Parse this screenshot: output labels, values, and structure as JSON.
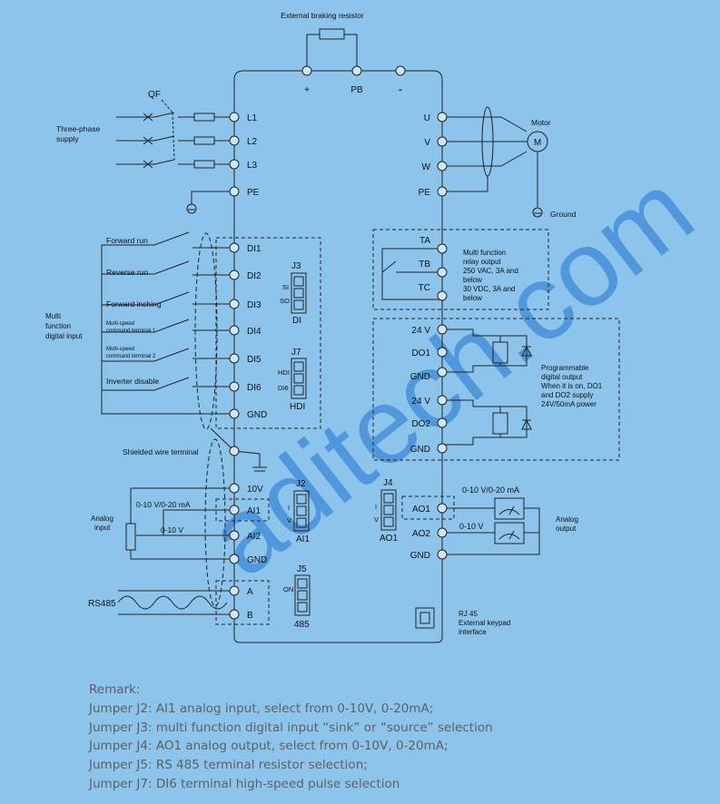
{
  "labels": {
    "braking_resistor": "External braking resistor",
    "dc_plus": "+",
    "dc_pb": "PB",
    "dc_minus": "-",
    "qf": "QF",
    "three_phase": [
      "Three-phase",
      "supply"
    ],
    "motor": "Motor",
    "ground": "Ground",
    "shielded": "Shielded wire terminal",
    "multi_func": [
      "Multi",
      "function",
      "digital input"
    ],
    "analog_input": [
      "Analog",
      "input"
    ],
    "analog_output": [
      "Analog",
      "output"
    ],
    "rs485": "RS485",
    "relay_text": [
      "Multi  function",
      "relay output",
      "250 VAC,  3A  and",
      "below",
      "30  VDC,  3A   and",
      "below"
    ],
    "prog_text": [
      "Programmable",
      "digital output",
      "When it is on, DO1",
      "and   DO2   supply",
      "24V/50mA power"
    ],
    "rj45": [
      "RJ 45",
      "External keypad",
      "interface"
    ],
    "range_ai1": "0-10 V/0-20 mA",
    "range_ai2": "0-10 V",
    "range_ao1": "0-10 V/0-20 mA",
    "range_ao2": "0-10 V"
  },
  "power_in": [
    "L1",
    "L2",
    "L3",
    "PE"
  ],
  "motor_out": [
    "U",
    "V",
    "W",
    "PE"
  ],
  "digital_inputs": [
    {
      "terminal": "DI1",
      "switch": "Forward run"
    },
    {
      "terminal": "DI2",
      "switch": "Reverse run"
    },
    {
      "terminal": "DI3",
      "switch": "Forward inching"
    },
    {
      "terminal": "DI4",
      "switch": "Multi-speed command terminal 1"
    },
    {
      "terminal": "DI5",
      "switch": "Multi-speed command terminal 2"
    },
    {
      "terminal": "DI6",
      "switch": "Inverter disable"
    },
    {
      "terminal": "GND",
      "switch": ""
    }
  ],
  "analog_terminals": [
    "10V",
    "AI1",
    "AI2",
    "GND"
  ],
  "comm_terminals": [
    "A",
    "B"
  ],
  "relay_terminals": [
    "TA",
    "TB",
    "TC"
  ],
  "do_terminals": [
    "24 V",
    "DO1",
    "GND",
    "24 V",
    "DO2",
    "GND"
  ],
  "ao_terminals": [
    "AO1",
    "AO2",
    "GND"
  ],
  "jumpers": [
    {
      "id": "J3",
      "name": "DI",
      "pins": [
        "SI",
        "SO"
      ]
    },
    {
      "id": "J7",
      "name": "HDI",
      "pins": [
        "HDI",
        "DI6"
      ]
    },
    {
      "id": "J2",
      "name": "AI1",
      "pins": [
        "I",
        "V"
      ]
    },
    {
      "id": "J4",
      "name": "AO1",
      "pins": [
        "I",
        "V"
      ]
    },
    {
      "id": "J5",
      "name": "485",
      "pins": [
        "ON"
      ]
    }
  ],
  "watermark": "aditech.com",
  "remarks": [
    "Remark:",
    "Jumper J2: AI1 analog input, select from 0-10V, 0-20mA;",
    "Jumper J3: multi function digital input “sink” or “source” selection",
    "Jumper J4: AO1 analog output, select from 0-10V, 0-20mA;",
    "Jumper J5: RS 485 terminal resistor selection;",
    "Jumper J7: DI6 terminal high-speed pulse selection"
  ]
}
